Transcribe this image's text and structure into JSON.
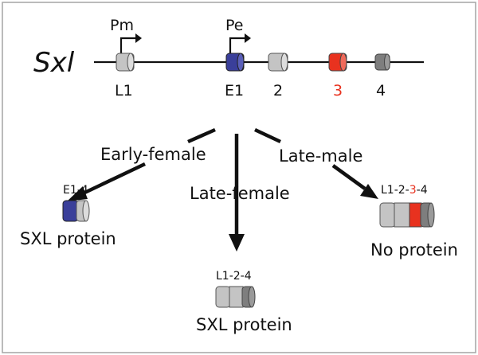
{
  "gene": {
    "name": "Sxl"
  },
  "promoters": {
    "pm": "Pm",
    "pe": "Pe"
  },
  "exons": {
    "l1": "L1",
    "e1": "E1",
    "e2": "2",
    "e3": "3",
    "e4": "4"
  },
  "pathways": {
    "early_female": "Early-female",
    "late_female": "Late-female",
    "late_male": "Late-male"
  },
  "transcripts": {
    "early_female": {
      "id": "E1-4",
      "product": "SXL protein"
    },
    "late_female": {
      "id": "L1-2-4",
      "product": "SXL protein"
    },
    "late_male": {
      "id_parts": [
        "L1-2-",
        "3",
        "-4"
      ],
      "product": "No protein"
    }
  },
  "colors": {
    "frame": "#aaaaaa",
    "exon_gray": "#c4c4c4",
    "exon_dark": "#7e7e7e",
    "exon_blue": "#3a3f9a",
    "exon_red": "#e8321f",
    "label_red": "#e8321f"
  }
}
